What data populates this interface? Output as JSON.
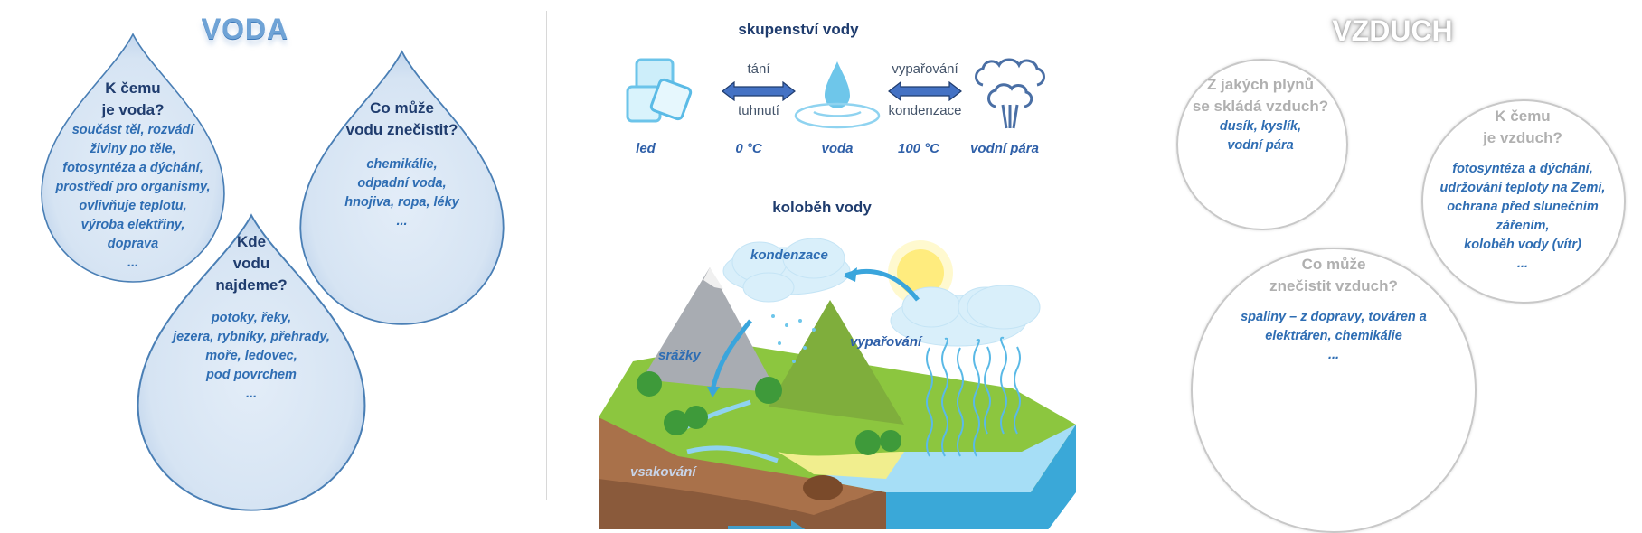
{
  "voda": {
    "title": "VODA",
    "drop1": {
      "question": [
        "K čemu",
        "je voda?"
      ],
      "answers": [
        "součást těl, rozvádí",
        "živiny po těle,",
        "fotosyntéza a dýchání,",
        "prostředí pro organismy,",
        "ovlivňuje teplotu,",
        "výroba elektřiny,",
        "doprava",
        "..."
      ]
    },
    "drop2": {
      "question": [
        "Co může",
        "vodu znečistit?"
      ],
      "answers": [
        "chemikálie,",
        "odpadní voda,",
        "hnojiva, ropa, léky",
        "..."
      ]
    },
    "drop3": {
      "question": [
        "Kde",
        "vodu",
        "najdeme?"
      ],
      "answers": [
        "potoky, řeky,",
        "jezera, rybníky, přehrady,",
        "moře, ledovec,",
        "pod povrchem",
        "..."
      ]
    }
  },
  "states": {
    "title": "skupenství vody",
    "labels": {
      "ice": "led",
      "zero": "0 °C",
      "water": "voda",
      "hundred": "100 °C",
      "steam": "vodní pára"
    },
    "arrow1": {
      "top": "tání",
      "bottom": "tuhnutí"
    },
    "arrow2": {
      "top": "vypařování",
      "bottom": "kondenzace"
    },
    "icons": [
      "ice-cubes-icon",
      "water-drop-icon",
      "steam-icon"
    ]
  },
  "cycle": {
    "title": "koloběh vody",
    "labels": {
      "condensation": "kondenzace",
      "precipitation": "srážky",
      "evaporation": "vypařování",
      "infiltration": "vsakování"
    }
  },
  "vzduch": {
    "title": "VZDUCH",
    "circle1": {
      "question": [
        "Z jakých plynů",
        "se skládá vzduch?"
      ],
      "answers": [
        "dusík, kyslík,",
        "vodní pára"
      ]
    },
    "circle2": {
      "question": [
        "K čemu",
        "je  vzduch?"
      ],
      "answers": [
        "fotosyntéza a dýchání,",
        "udržování teploty na Zemi,",
        "ochrana před slunečním",
        "zářením,",
        "koloběh vody (vítr)",
        "..."
      ]
    },
    "circle3": {
      "question": [
        "Co může",
        "znečistit vzduch?"
      ],
      "answers": [
        "spaliny – z dopravy, továren a",
        "elektráren, chemikálie",
        "..."
      ]
    }
  },
  "colors": {
    "heading": "#1f3c6e",
    "answer": "#2e6db3",
    "drop_fill": "#d9e6f4",
    "drop_stroke": "#4a7fb5",
    "gray": "#b0b0b0"
  }
}
